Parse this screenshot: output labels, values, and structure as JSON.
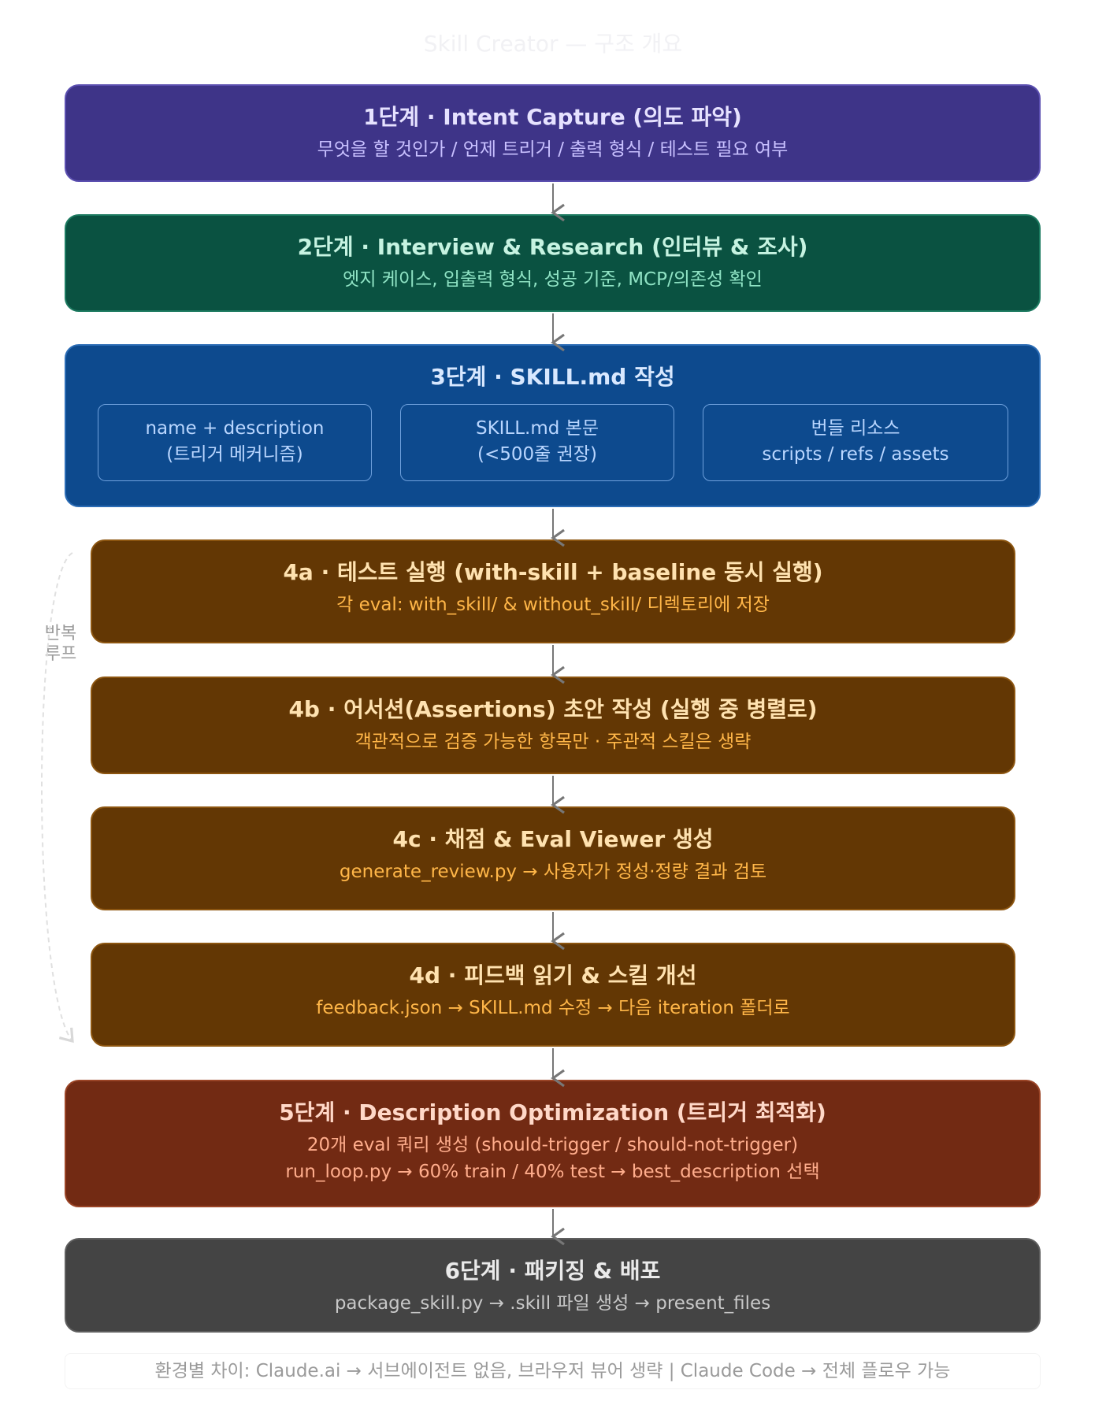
{
  "title": "Skill Creator — 구조 개요",
  "stage1": {
    "head": "1단계 · Intent Capture (의도 파악)",
    "sub": "무엇을 할 것인가 / 언제 트리거 / 출력 형식 / 테스트 필요 여부"
  },
  "stage2": {
    "head": "2단계 · Interview & Research (인터뷰 & 조사)",
    "sub": "엣지 케이스, 입출력 형식, 성공 기준, MCP/의존성 확인"
  },
  "stage3": {
    "head": "3단계 · SKILL.md 작성",
    "boxes": [
      {
        "line1": "name + description",
        "line2": "(트리거 메커니즘)"
      },
      {
        "line1": "SKILL.md 본문",
        "line2": "(<500줄 권장)"
      },
      {
        "line1": "번들 리소스",
        "line2": "scripts / refs / assets"
      }
    ]
  },
  "loop": {
    "line1": "반복",
    "line2": "루프"
  },
  "stage4a": {
    "head": "4a · 테스트 실행 (with-skill + baseline 동시 실행)",
    "sub": "각 eval: with_skill/ & without_skill/ 디렉토리에 저장"
  },
  "stage4b": {
    "head": "4b · 어서션(Assertions) 초안 작성 (실행 중 병렬로)",
    "sub": "객관적으로 검증 가능한 항목만 · 주관적 스킬은 생략"
  },
  "stage4c": {
    "head": "4c · 채점 & Eval Viewer 생성",
    "sub": "generate_review.py → 사용자가 정성·정량 결과 검토"
  },
  "stage4d": {
    "head": "4d · 피드백 읽기 & 스킬 개선",
    "sub": "feedback.json → SKILL.md 수정 → 다음 iteration 폴더로"
  },
  "stage5": {
    "head": "5단계 · Description Optimization (트리거 최적화)",
    "sub1": "20개 eval 쿼리 생성 (should-trigger / should-not-trigger)",
    "sub2": "run_loop.py → 60% train / 40% test → best_description 선택"
  },
  "stage6": {
    "head": "6단계 · 패키징 & 배포",
    "sub": "package_skill.py → .skill 파일 생성 → present_files"
  },
  "footer": "환경별 차이: Claude.ai → 서브에이전트 없음, 브라우저 뷰어 생략 | Claude Code → 전체 플로우 가능",
  "colors": {
    "stage1": "#3e3488",
    "stage2": "#0a5241",
    "stage3": "#0d4a8e",
    "stage4": "#633704",
    "stage5": "#722a13",
    "stage6": "#444444",
    "arrow": "#777777"
  }
}
